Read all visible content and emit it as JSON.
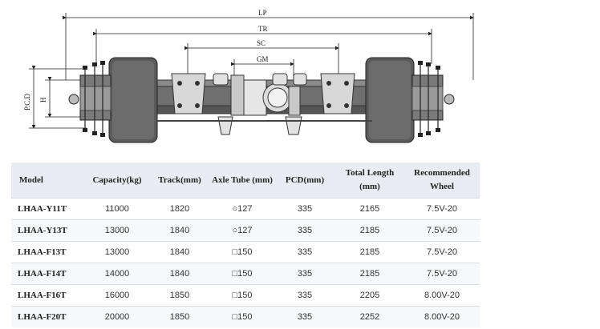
{
  "drawing": {
    "dims": {
      "lp": "LP",
      "tr": "TR",
      "sc": "SC",
      "gm": "GM",
      "pcd": "P.C.D",
      "h": "H"
    }
  },
  "table": {
    "headers": [
      "Model",
      "Capacity(kg)",
      "Track(mm)",
      "Axle Tube (mm)",
      "PCD(mm)",
      "Total Length (mm)",
      "Recommended Wheel"
    ],
    "rows": [
      [
        "LHAA-Y11T",
        "11000",
        "1820",
        "○127",
        "335",
        "2165",
        "7.5V-20"
      ],
      [
        "LHAA-Y13T",
        "13000",
        "1840",
        "○127",
        "335",
        "2185",
        "7.5V-20"
      ],
      [
        "LHAA-F13T",
        "13000",
        "1840",
        "□150",
        "335",
        "2185",
        "7.5V-20"
      ],
      [
        "LHAA-F14T",
        "14000",
        "1840",
        "□150",
        "335",
        "2185",
        "7.5V-20"
      ],
      [
        "LHAA-F16T",
        "16000",
        "1850",
        "□150",
        "335",
        "2205",
        "8.00V-20"
      ],
      [
        "LHAA-F20T",
        "20000",
        "1850",
        "□150",
        "335",
        "2252",
        "8.00V-20"
      ]
    ]
  }
}
